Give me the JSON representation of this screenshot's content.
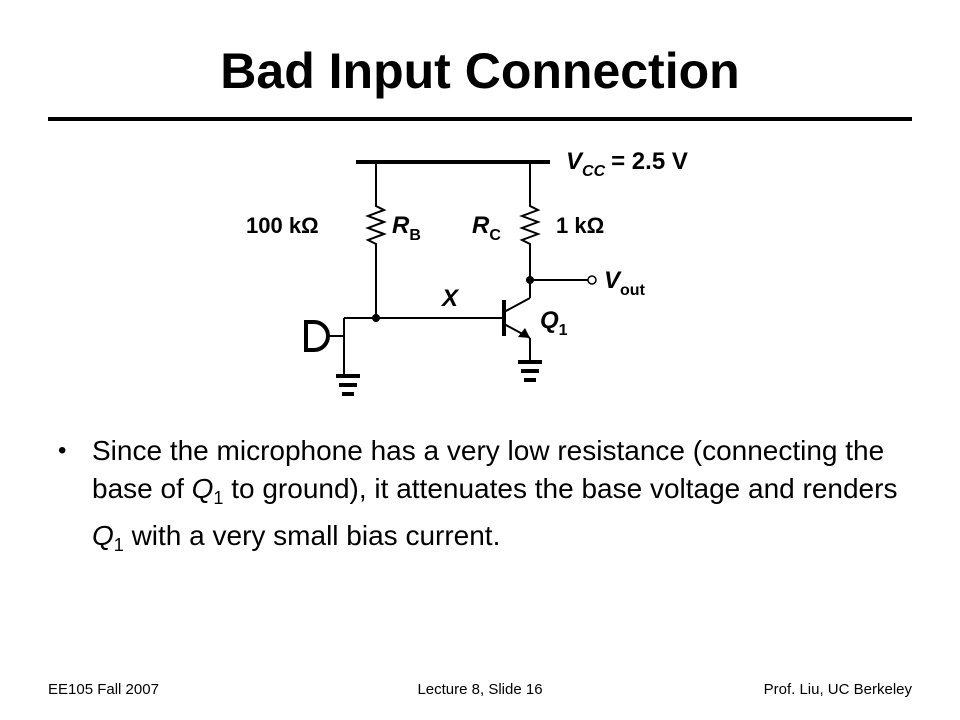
{
  "slide": {
    "title": "Bad Input Connection"
  },
  "circuit": {
    "vcc_label": "V",
    "vcc_sub": "CC",
    "vcc_value": "= 2.5 V",
    "rb_value": "100 kΩ",
    "rb_label": "R",
    "rb_sub": "B",
    "rc_label": "R",
    "rc_sub": "C",
    "rc_value": "1 kΩ",
    "vout_label": "V",
    "vout_sub": "out",
    "node_label": "X",
    "transistor_label": "Q",
    "transistor_sub": "1"
  },
  "bullet": {
    "part1": "Since the microphone has a very low resistance (connecting the base of ",
    "q1": "Q",
    "q1_sub": "1",
    "part2": " to ground), it attenuates the base voltage and renders ",
    "q2": "Q",
    "q2_sub": "1",
    "part3": " with a very small bias current."
  },
  "footer": {
    "left": "EE105 Fall 2007",
    "center": "Lecture 8, Slide 16",
    "right": "Prof. Liu, UC Berkeley"
  }
}
